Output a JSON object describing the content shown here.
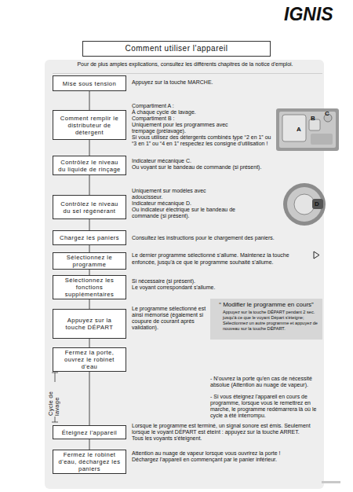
{
  "diagram": {
    "title": "Comment utiliser l'appareil",
    "nodes": [
      {
        "text": [
          "Mise sous tension"
        ]
      },
      {
        "text": [
          "Comment remplir le distributeur de détergent"
        ]
      },
      {
        "text": [
          "Contrôlez le niveau du liquide de rinçage"
        ]
      },
      {
        "text": [
          "Contrôlez le niveau du sel régénérant"
        ]
      },
      {
        "text": [
          "Chargez les paniers"
        ]
      },
      {
        "text": [
          "Sélectionnez le programme"
        ]
      },
      {
        "text": [
          "Sélectionnez les fonctions supplémentaires"
        ]
      },
      {
        "text": [
          "Appuyez sur la touche DÉPART"
        ]
      },
      {
        "text": [
          "“ Modifier le programme en cours”",
          "Appuyez sur la touche DÉPART pendant 2 sec. jusqu'à ce que le voyant Départ s'éteigne;",
          "Sélectionnez un autre programme et appuyez de nouveau sur la touche DÉPART."
        ]
      },
      {
        "text": [
          "Fermez la porte, ouvrez le robinet d'eau"
        ]
      },
      {
        "text": [
          "Éteignez l'appareil"
        ]
      },
      {
        "text": [
          "Fermez le robinet d'eau, déchargez les paniers"
        ]
      }
    ],
    "edges": [
      {
        "from": 0,
        "to": 1,
        "arrow": "none"
      },
      {
        "from": 1,
        "to": 2,
        "arrow": "none"
      },
      {
        "from": 2,
        "to": 3,
        "arrow": "none"
      },
      {
        "from": 3,
        "to": 4,
        "arrow": "none"
      },
      {
        "from": 4,
        "to": 5,
        "arrow": "none"
      },
      {
        "from": 5,
        "to": 6,
        "arrow": "none"
      },
      {
        "from": 6,
        "to": 7,
        "arrow": "none"
      },
      {
        "from": 7,
        "to": 9,
        "arrow": "none"
      },
      {
        "from": 9,
        "to": 10,
        "arrow": "none"
      },
      {
        "from": 10,
        "to": 11,
        "arrow": "none"
      }
    ],
    "labels": [
      "IGNIS",
      "Pour de plus amples explications, consultez les différents chapitres de la notice d'emploi.",
      "Appuyez sur la touche MARCHE.",
      "Compartiment A :",
      "À chaque cycle de lavage.",
      "Compartiment B :",
      "Uniquement pour les programmes avec trempage (prélavage).",
      "Si vous utilisez des détergents combinés type “2 en 1” ou “3 en 1” ou “4 en 1” respectez les consigne d'utilisation !",
      "A",
      "B",
      "C",
      "Indicateur mécanique C.",
      "Ou voyant sur le bandeau de commande (si présent).",
      "Uniquement sur modèles avec adoucisseur.",
      "Indicateur mécanique D.",
      "Ou indicateur électrique sur le bandeau de commande (si présent).",
      "D",
      "Consultez les instructions pour le chargement des paniers.",
      "Le dernier programme sélectionné s'allume. Maintenez la touche",
      "enfoncée, jusqu'à ce que le programme souhaité s'allume.",
      "Si nécessaire (si présent).",
      "Le voyant correspondant s'allume.",
      "Le programme sélectionné est ainsi mémorisé (également si coupure de courant après validation).",
      "Cycle de lavage",
      "- N'ouvrez la porte qu'en cas de nécessité absolue (Attention au nuage de vapeur).",
      "- Si vous éteignez l'appareil en cours de programme, lorsque vous le remettrez en marche, le programme redémarrera là où le cycle a été interrompu.",
      "Lorsque le programme est terminé, un signal sonore est émis. Seulement lorsque le voyant DÉPART est éteint : appuyez sur la touche ARRET.",
      "Tous les voyants s'éteignent.",
      "Attention au nuage de vapeur lorsque vous ouvrirez la porte !",
      "Déchargez l'appareil en commençant par le panier inférieur."
    ]
  }
}
